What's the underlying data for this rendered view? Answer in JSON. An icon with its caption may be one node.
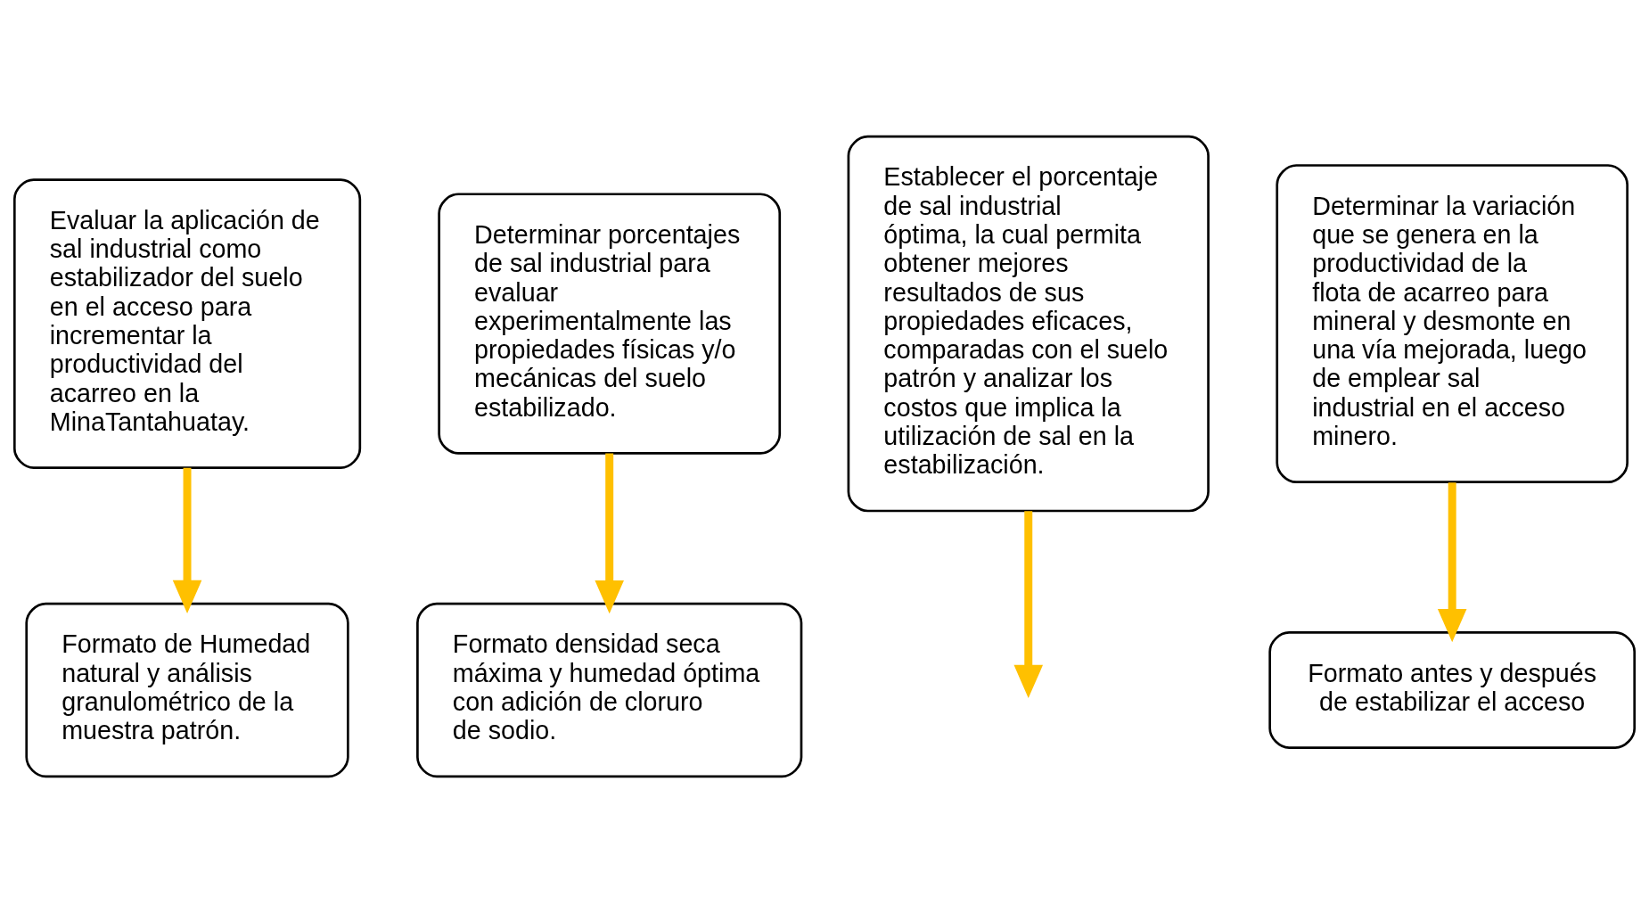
{
  "diagram": {
    "nodes": [
      {
        "text": [
          "Evaluar la aplicación de sal industrial como estabilizador del suelo en el acceso para incrementar la productividad del acarreo en la MinaTantahuatay."
        ]
      },
      {
        "text": [
          "Determinar porcentajes de sal industrial para evaluar experimentalmente las propiedades físicas y/o mecánicas del suelo estabilizado."
        ]
      },
      {
        "text": [
          "Establecer el porcentaje de sal industrial óptima, la cual permita obtener mejores resultados de sus propiedades eficaces, comparadas con el suelo patrón y analizar los costos que implica la utilización de sal en la estabilización."
        ]
      },
      {
        "text": [
          "Determinar la variación que se genera en la productividad de la flota de acarreo para mineral y desmonte en una vía mejorada, luego de emplear sal industrial en el acceso minero."
        ]
      },
      {
        "text": [
          "Formato de Humedad natural y análisis granulométrico de la muestra patrón."
        ]
      },
      {
        "text": [
          "Formato densidad seca máxima y humedad óptima con adición de cloruro de sodio."
        ]
      },
      {
        "text": [
          "Formato antes y después de estabilizar el acceso"
        ]
      }
    ],
    "edges": [
      {
        "from": 0,
        "to": 4,
        "arrow": "to"
      },
      {
        "from": 1,
        "to": 5,
        "arrow": "to"
      },
      {
        "from": 2,
        "to": null,
        "arrow": "to"
      },
      {
        "from": 3,
        "to": 6,
        "arrow": "to"
      }
    ]
  }
}
